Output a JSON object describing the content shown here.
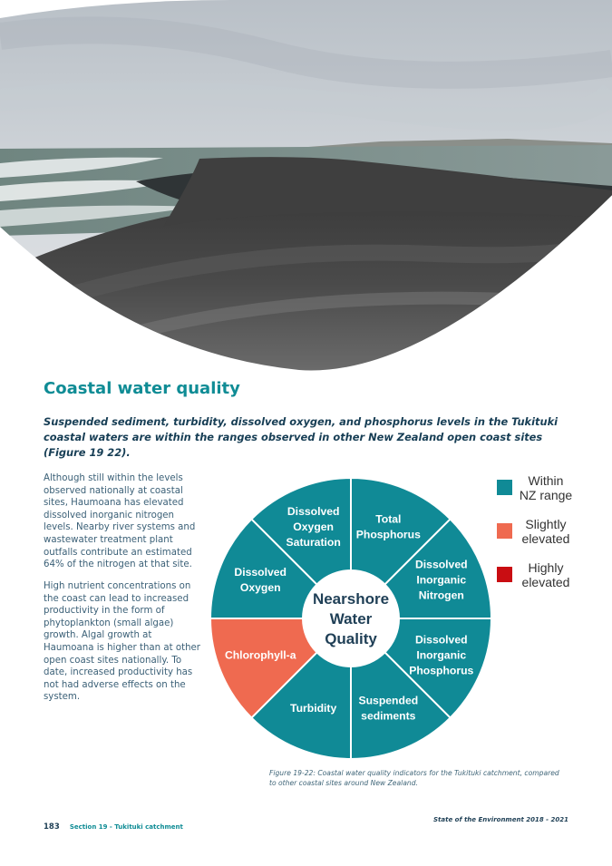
{
  "page": {
    "title": "Coastal water quality",
    "lead": "Suspended sediment, turbidity, dissolved oxygen, and phosphorus levels in the Tukituki coastal waters are within the ranges observed in other New Zealand open coast sites (Figure 19 22).",
    "paragraphs": [
      "Although still within the levels observed nationally at coastal sites, Haumoana has elevated dissolved inorganic nitrogen levels. Nearby river systems and wastewater treatment plant outfalls contribute an estimated 64% of the nitrogen at that site.",
      "High nutrient concentrations on the coast can lead to increased productivity in the form of phytoplankton (small algae) growth. Algal growth at Haumoana is higher than at other open coast sites nationally. To date, increased productivity has not had adverse effects on the system."
    ],
    "caption": "Figure 19-22: Coastal water quality indicators for the Tukituki catchment, compared to other coastal sites around New Zealand.",
    "footer": {
      "page_number": "183",
      "section": "Section 19 - Tukituki catchment",
      "report": "State of the Environment 2018 - 2021"
    }
  },
  "colors": {
    "within": "#108a96",
    "slightly": "#ef6a50",
    "highly": "#c90d12",
    "title": "#0f8c95"
  },
  "chart_data": {
    "type": "pie",
    "title": "",
    "center_label": [
      "Nearshore",
      "Water",
      "Quality"
    ],
    "legend": [
      {
        "key": "within",
        "lines": [
          "Within",
          "NZ range"
        ]
      },
      {
        "key": "slightly",
        "lines": [
          "Slightly",
          "elevated"
        ]
      },
      {
        "key": "highly",
        "lines": [
          "Highly",
          "elevated"
        ]
      }
    ],
    "segments": [
      {
        "lines": [
          "Total",
          "Phosphorus"
        ],
        "status": "within"
      },
      {
        "lines": [
          "Dissolved",
          "Inorganic",
          "Nitrogen"
        ],
        "status": "within"
      },
      {
        "lines": [
          "Dissolved",
          "Inorganic",
          "Phosphorus"
        ],
        "status": "within"
      },
      {
        "lines": [
          "Suspended",
          "sediments"
        ],
        "status": "within"
      },
      {
        "lines": [
          "Turbidity"
        ],
        "status": "within"
      },
      {
        "lines": [
          "Chlorophyll-a"
        ],
        "status": "slightly"
      },
      {
        "lines": [
          "Dissolved",
          "Oxygen"
        ],
        "status": "within"
      },
      {
        "lines": [
          "Dissolved",
          "Oxygen",
          "Saturation"
        ],
        "status": "within"
      }
    ]
  }
}
